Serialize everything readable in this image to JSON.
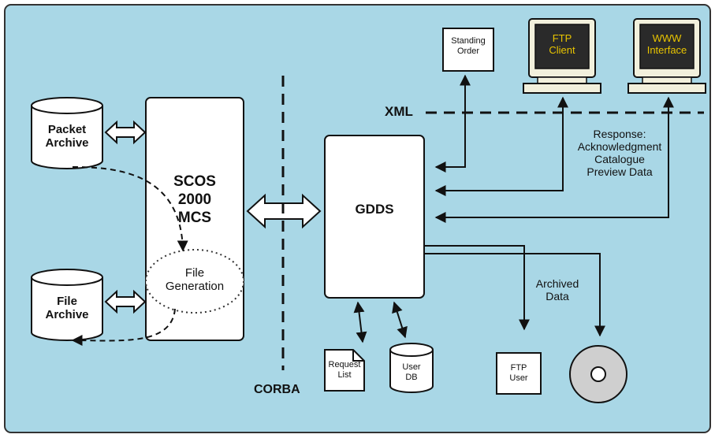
{
  "nodes": {
    "packet_archive": {
      "line1": "Packet",
      "line2": "Archive"
    },
    "file_archive": {
      "line1": "File",
      "line2": "Archive"
    },
    "scos": {
      "line1": "SCOS",
      "line2": "2000",
      "line3": "MCS"
    },
    "file_generation": {
      "line1": "File",
      "line2": "Generation"
    },
    "gdds": {
      "label": "GDDS"
    },
    "standing_order": {
      "line1": "Standing",
      "line2": "Order"
    },
    "ftp_client": {
      "line1": "FTP",
      "line2": "Client"
    },
    "www_interface": {
      "line1": "WWW",
      "line2": "Interface"
    },
    "request_list": {
      "line1": "Request",
      "line2": "List"
    },
    "user_db": {
      "line1": "User",
      "line2": "DB"
    },
    "ftp_user": {
      "line1": "FTP",
      "line2": "User"
    }
  },
  "labels": {
    "xml": "XML",
    "corba": "CORBA",
    "response": [
      "Response:",
      "Acknowledgment",
      "Catalogue",
      "Preview Data"
    ],
    "archived_data": [
      "Archived",
      "Data"
    ]
  },
  "colors": {
    "background": "#a9d7e6",
    "box_fill": "#ffffff",
    "line": "#111111",
    "screen": "#2a2a2a",
    "screen_text": "#e8c400",
    "monitor_body": "#f2f0dc",
    "disc": "#cfcfcf"
  },
  "icons": [
    "database-cylinder",
    "document-dogear",
    "computer-monitor",
    "optical-disc",
    "double-arrow"
  ]
}
